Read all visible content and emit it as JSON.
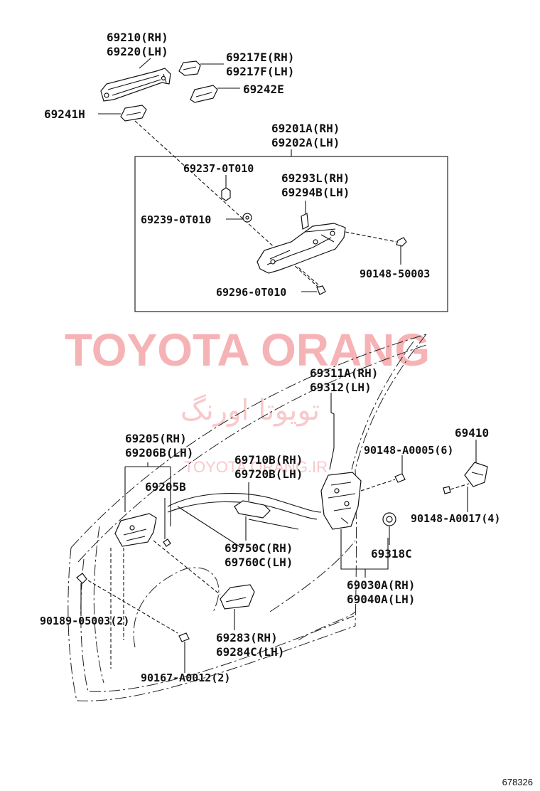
{
  "labels": {
    "p69210": "69210(RH)",
    "p69220": "69220(LH)",
    "p69217e": "69217E(RH)",
    "p69217f": "69217F(LH)",
    "p69242e": "69242E",
    "p69241h": "69241H",
    "p69201a": "69201A(RH)",
    "p69202a": "69202A(LH)",
    "p69237": "69237-0T010",
    "p69293l": "69293L(RH)",
    "p69294b": "69294B(LH)",
    "p69239": "69239-0T010",
    "p90148_50003": "90148-50003",
    "p69296": "69296-0T010",
    "p69311a": "69311A(RH)",
    "p69312": "69312(LH)",
    "p69205": "69205(RH)",
    "p69206b": "69206B(LH)",
    "p69710b": "69710B(RH)",
    "p69720b": "69720B(LH)",
    "p90148_a0005": "90148-A0005(6)",
    "p69410": "69410",
    "p69205b": "69205B",
    "p90148_a0017": "90148-A0017(4)",
    "p69750c": "69750C(RH)",
    "p69760c": "69760C(LH)",
    "p69318c": "69318C",
    "p69030a": "69030A(RH)",
    "p69040a": "69040A(LH)",
    "p90189": "90189-05003(2)",
    "p69283": "69283(RH)",
    "p69284c": "69284C(LH)",
    "p90167": "90167-A0012(2)"
  },
  "watermark": {
    "brand": "TOYOTA ORANG",
    "brand_fa": "تویوتا اورنگ",
    "url": "TOYOTA ORANG.IR",
    "color": "#f6b3b6"
  },
  "figure_number": "678326"
}
